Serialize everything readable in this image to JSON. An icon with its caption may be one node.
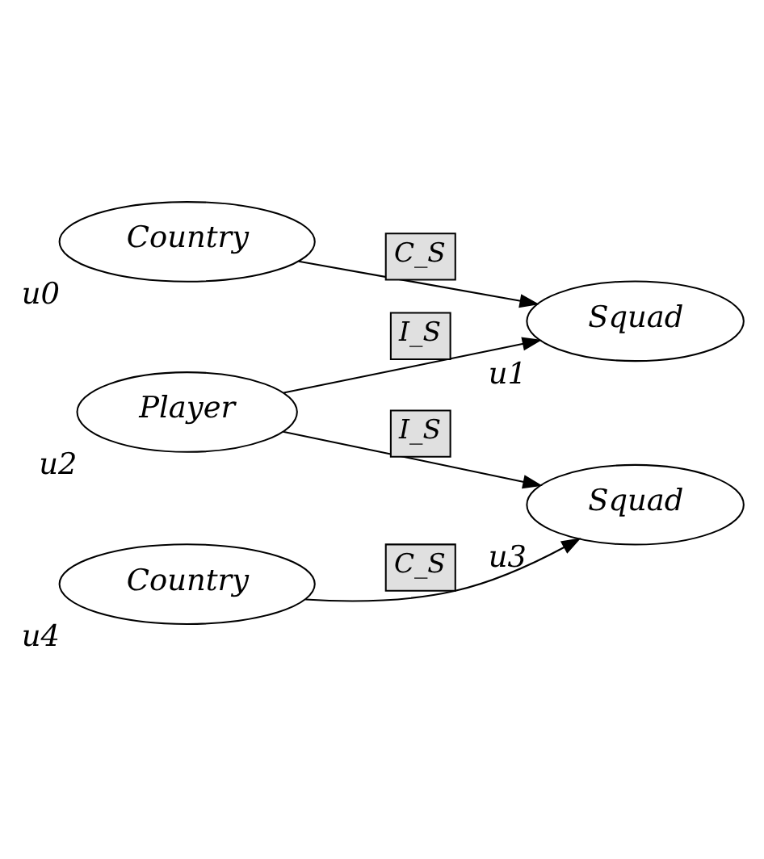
{
  "diagram": {
    "nodes": [
      {
        "text": [
          "Country"
        ],
        "beside": [
          "u0"
        ]
      },
      {
        "text": [
          "Squad"
        ],
        "beside": [
          "u1"
        ]
      },
      {
        "text": [
          "Player"
        ],
        "beside": [
          "u2"
        ]
      },
      {
        "text": [
          "Squad"
        ],
        "beside": [
          "u3"
        ]
      },
      {
        "text": [
          "Country"
        ],
        "beside": [
          "u4"
        ]
      }
    ],
    "edges": [
      {
        "from": 0,
        "to": 1,
        "arrow": "to",
        "label": "C_S"
      },
      {
        "from": 2,
        "to": 1,
        "arrow": "to",
        "label": "I_S"
      },
      {
        "from": 2,
        "to": 3,
        "arrow": "to",
        "label": "I_S"
      },
      {
        "from": 4,
        "to": 3,
        "arrow": "to",
        "label": "C_S"
      }
    ]
  }
}
